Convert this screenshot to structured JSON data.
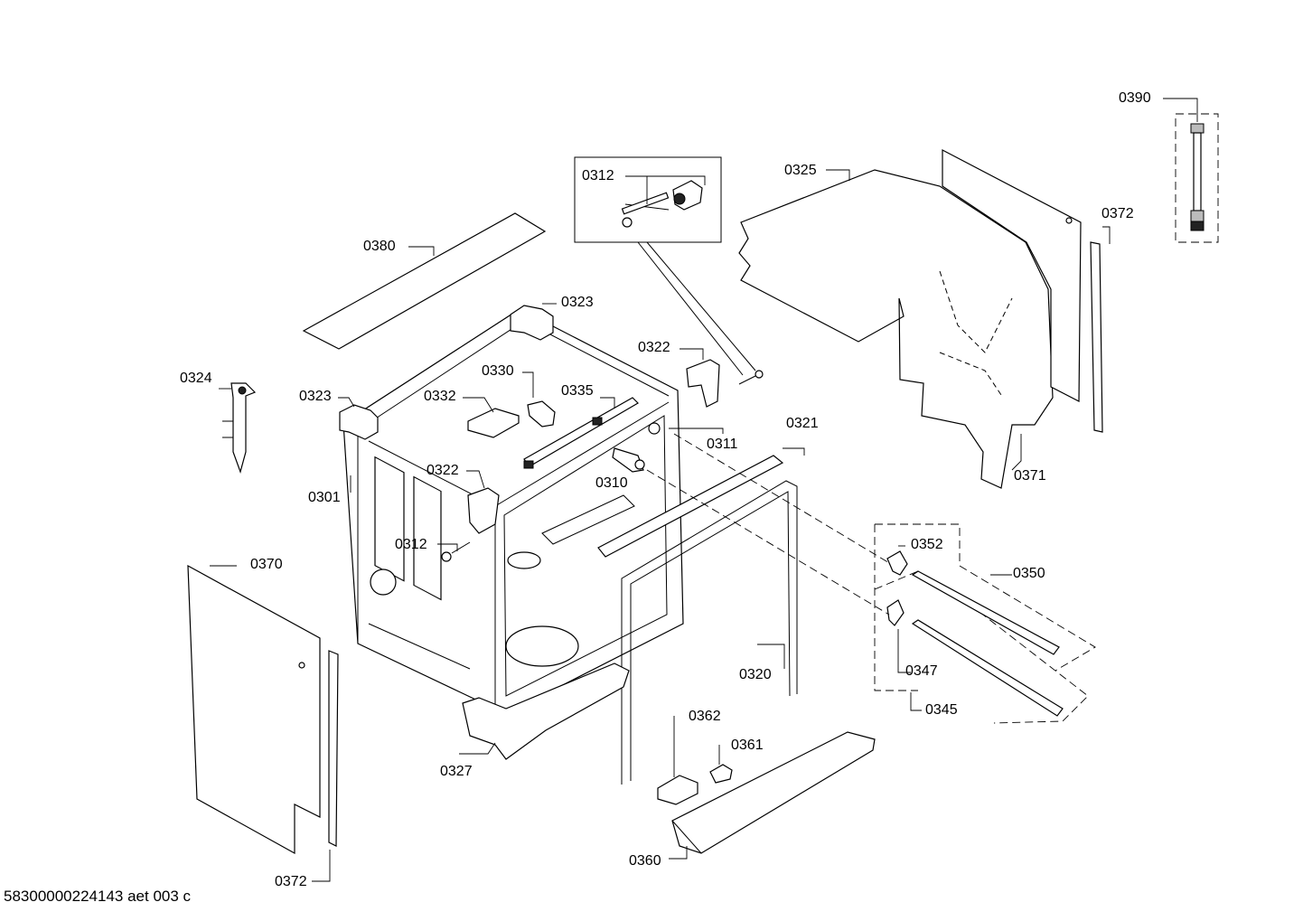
{
  "document_id": "58300000224143 aet 003 c",
  "labels": {
    "l0390": "0390",
    "l0312_detail": "0312",
    "l0325": "0325",
    "l0372_right": "0372",
    "l0380": "0380",
    "l0323_top": "0323",
    "l0322_top": "0322",
    "l0324": "0324",
    "l0330": "0330",
    "l0323_left": "0323",
    "l0332": "0332",
    "l0335": "0335",
    "l0311": "0311",
    "l0321": "0321",
    "l0371": "0371",
    "l0322_mid": "0322",
    "l0310": "0310",
    "l0301": "0301",
    "l0312_mid": "0312",
    "l0352": "0352",
    "l0350": "0350",
    "l0370": "0370",
    "l0347": "0347",
    "l0320": "0320",
    "l0345": "0345",
    "l0362": "0362",
    "l0361": "0361",
    "l0327": "0327",
    "l0360": "0360",
    "l0372_bottom": "0372"
  }
}
